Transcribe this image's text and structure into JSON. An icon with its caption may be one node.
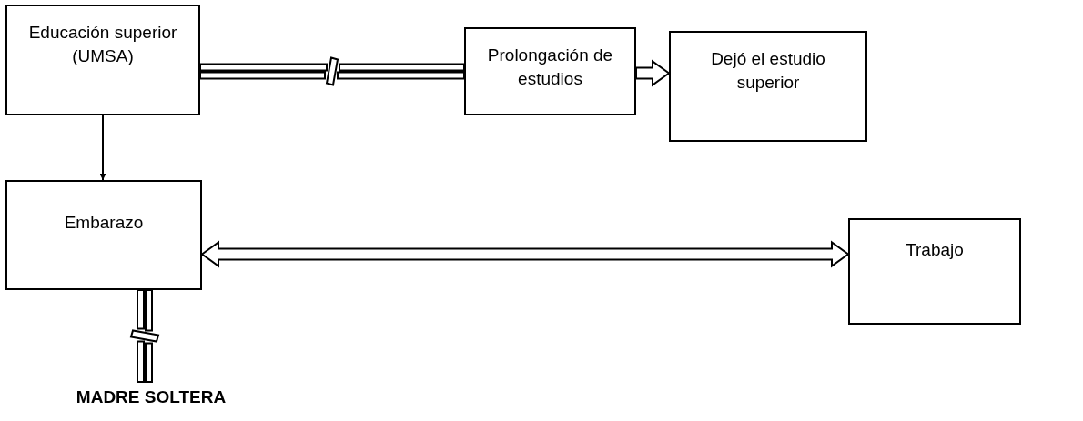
{
  "diagram": {
    "nodes": [
      {
        "text": [
          "Educación superior (UMSA)"
        ]
      },
      {
        "text": [
          "Prolongación de estudios"
        ]
      },
      {
        "text": [
          "Dejó el estudio superior"
        ]
      },
      {
        "text": [
          "Embarazo"
        ]
      },
      {
        "text": [
          "Trabajo"
        ]
      },
      {
        "text": [
          "MADRE SOLTERA"
        ]
      }
    ],
    "edges": [
      {
        "from": 0,
        "to": 1,
        "arrow": "none",
        "style": "thick"
      },
      {
        "from": 1,
        "to": 2,
        "arrow": "to",
        "style": "thick"
      },
      {
        "from": 0,
        "to": 3,
        "arrow": "to"
      },
      {
        "from": 3,
        "to": 4,
        "arrow": "both",
        "style": "thick"
      },
      {
        "from": 3,
        "to": 5,
        "arrow": "none",
        "style": "thick"
      }
    ]
  }
}
